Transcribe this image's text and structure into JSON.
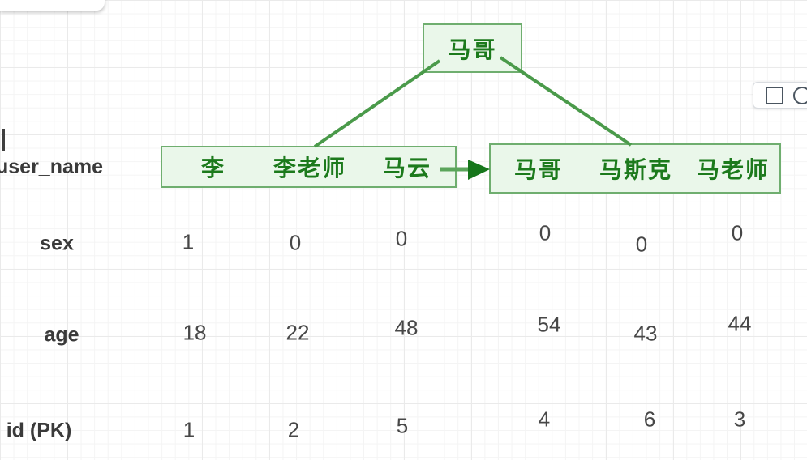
{
  "diagram": {
    "root_node": {
      "label": "马哥"
    },
    "left_node": {
      "keys": [
        "李",
        "李老师",
        "马云"
      ]
    },
    "right_node": {
      "keys": [
        "马哥",
        "马斯克",
        "马老师"
      ]
    }
  },
  "table": {
    "rows": {
      "user_name": {
        "label": "user_name"
      },
      "sex": {
        "label": "sex",
        "values": [
          "1",
          "0",
          "0",
          "0",
          "0",
          "0"
        ]
      },
      "age": {
        "label": "age",
        "values": [
          "18",
          "22",
          "48",
          "54",
          "43",
          "44"
        ]
      },
      "id": {
        "label": "id (PK)",
        "values": [
          "1",
          "2",
          "5",
          "4",
          "6",
          "3"
        ]
      }
    }
  },
  "toolbar": {
    "icons": [
      "square-icon",
      "circle-icon"
    ]
  },
  "colors": {
    "node_fill": "#eaf7ea",
    "node_border": "#6fae6f",
    "node_text": "#1c7a1c",
    "edge_line": "#4a9a4a",
    "arrow_head": "#16761b",
    "row_label_text": "#3a3a3a",
    "value_text": "#474747",
    "toolbar_icon": "#4a5560"
  }
}
